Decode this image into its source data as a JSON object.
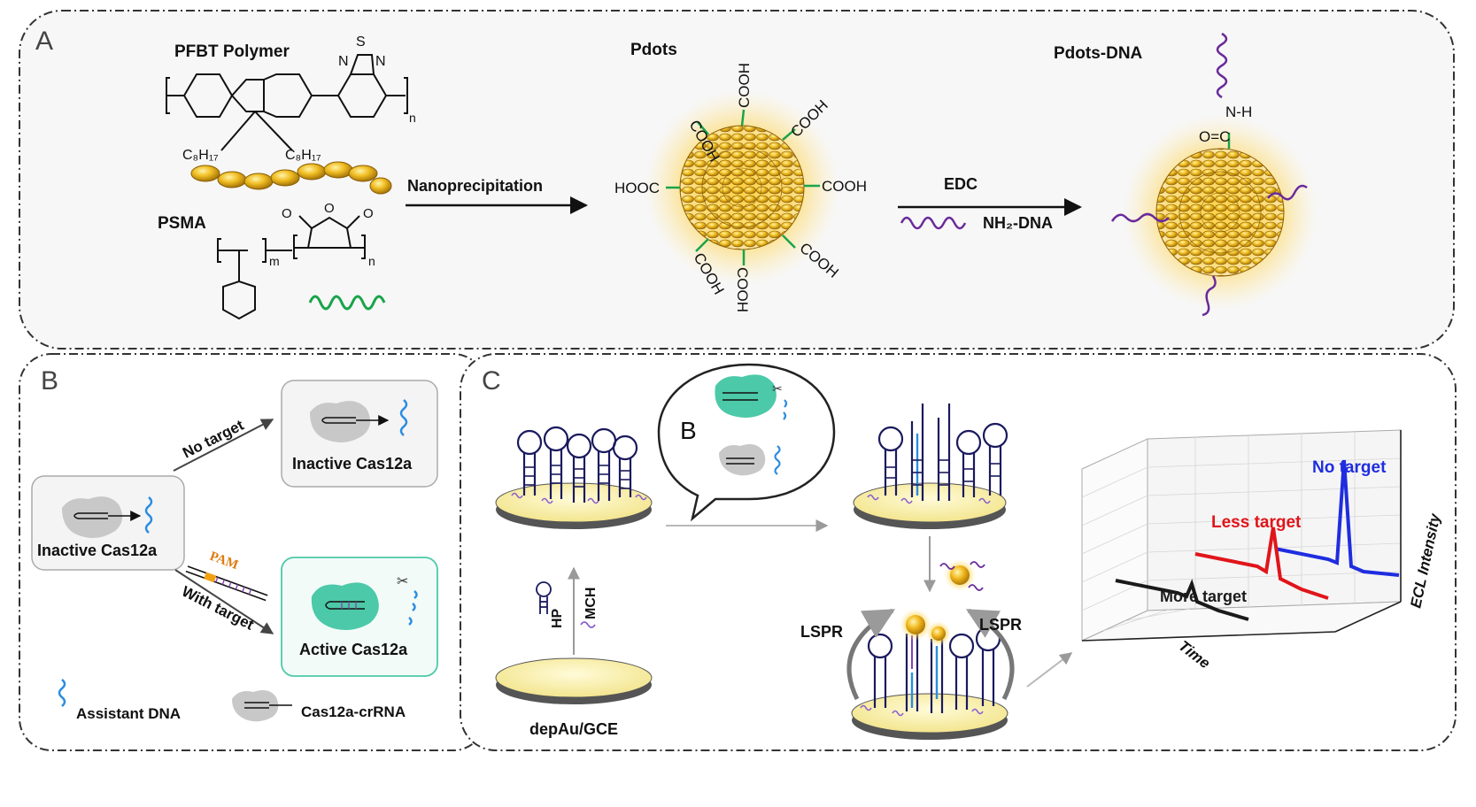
{
  "panels": {
    "a": {
      "letter": "A",
      "pfbt_label": "PFBT Polymer",
      "pfbt_sub_n": "n",
      "c8h17_left": "C₈H₁₇",
      "c8h17_right": "C₈H₁₇",
      "psma_label": "PSMA",
      "psma_m": "m",
      "psma_n": "n",
      "s_atom": "S",
      "n_atom_left": "N",
      "n_atom_right": "N",
      "o_left": "O",
      "o_mid": "O",
      "o_right": "O",
      "nanoprecipitation": "Nanoprecipitation",
      "pdots_label": "Pdots",
      "cooh_groups": [
        "COOH",
        "COOH",
        "COOH",
        "COOH",
        "COOH",
        "COOH",
        "COOH"
      ],
      "hooc_left": "HOOC",
      "edc_label": "EDC",
      "nh2dna_label": "NH₂-DNA",
      "pdots_dna_label": "Pdots-DNA",
      "nh_label": "N-H",
      "co_label": "O=C"
    },
    "b": {
      "letter": "B",
      "no_target": "No target",
      "with_target": "With target",
      "pam": "PAM",
      "inactive_left": "Inactive Cas12a",
      "inactive_top": "Inactive Cas12a",
      "active": "Active Cas12a",
      "legend_assistant": "Assistant DNA",
      "legend_cas": "Cas12a-crRNA"
    },
    "c": {
      "letter": "C",
      "bubble_letter": "B",
      "hp": "HP",
      "mch": "MCH",
      "electrode": "depAu/GCE",
      "lspr_left": "LSPR",
      "lspr_right": "LSPR",
      "plot_no_target": "No target",
      "plot_less_target": "Less target",
      "plot_more_target": "More target",
      "plot_axis_y": "ECL Intensity",
      "plot_axis_x": "Time"
    }
  },
  "colors": {
    "gold": "#e8b21c",
    "gold_dark": "#a57308",
    "glow": "#ffd34d",
    "dna_purple": "#6a2a9a",
    "dna_blue": "#2b8de0",
    "dna_green": "#1aa34a",
    "hairpin": "#1a1a5e",
    "plot_blue": "#1f2de0",
    "plot_red": "#e0151a",
    "plot_black": "#1a1a1a",
    "panel_bg": "#f7f7f7",
    "teal": "#4cc9a8"
  }
}
